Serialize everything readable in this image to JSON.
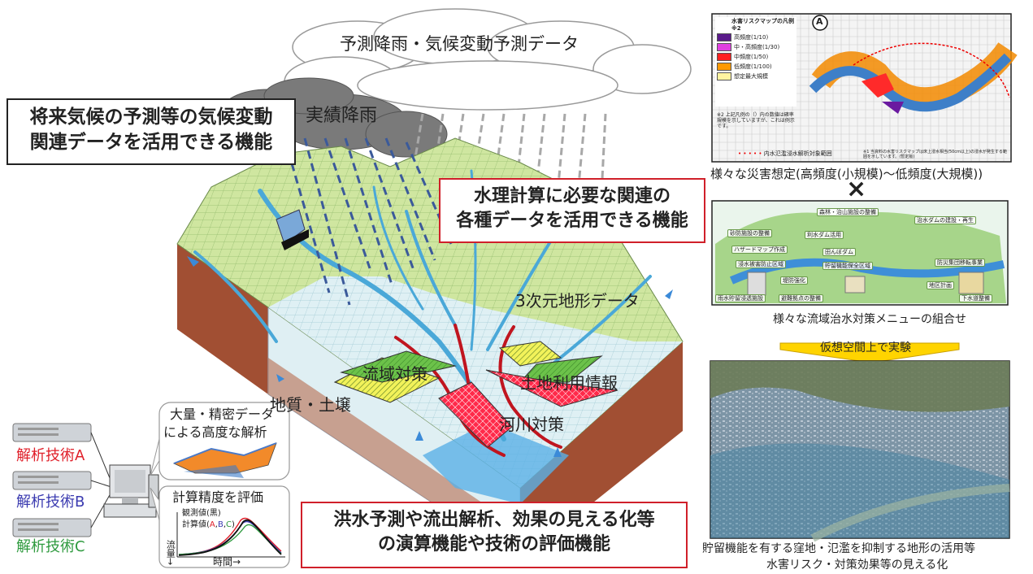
{
  "main": {
    "cloud_label": "予測降雨・気候変動予測データ",
    "observed_rain_label": "実績降雨",
    "terrain_label": "3次元地形データ",
    "basin_label": "流域対策",
    "landuse_label": "土地利用情報",
    "river_label": "河川対策",
    "geology_label": "地質・土壌"
  },
  "boxes": {
    "climate_line1": "将来気候の予測等の気候変動",
    "climate_line2": "関連データを活用できる機能",
    "hydro_line1": "水理計算に必要な関連の",
    "hydro_line2": "各種データを活用できる機能",
    "eval_line1": "洪水予測や流出解析、効果の見える化等",
    "eval_line2": "の演算機能や技術の評価機能"
  },
  "analysis": {
    "tech_a": "解析技術A",
    "tech_b": "解析技術B",
    "tech_c": "解析技術C",
    "bubble1_line1": "大量・精密データ",
    "bubble1_line2": "による高度な解析",
    "bubble2_title": "計算精度を評価",
    "legend_observed": "観測値(黒)",
    "legend_calc_prefix": "計算値(",
    "legend_calc_a": "A",
    "legend_calc_sep1": ",",
    "legend_calc_b": "B",
    "legend_calc_sep2": ",",
    "legend_calc_c": "C",
    "legend_calc_suffix": ")",
    "axis_y": "流量→",
    "axis_x": "時間→"
  },
  "right": {
    "map_legend_title": "水害リスクマップの凡例",
    "map_legend_note": "※2",
    "map_badge": "A",
    "legend_items": [
      {
        "label": "高頻度(1/10)",
        "color": "#5a1a8a"
      },
      {
        "label": "中・高頻度(1/30)",
        "color": "#e040e0"
      },
      {
        "label": "中頻度(1/50)",
        "color": "#ff2020"
      },
      {
        "label": "低頻度(1/100)",
        "color": "#ff9900"
      },
      {
        "label": "想定最大規模",
        "color": "#fff3a0"
      }
    ],
    "map_note": "※2 上記凡例の（）内の数値は確率規模を示していますが、これは例示です。",
    "map_boundary_label": "内水氾濫浸水解析対象範囲",
    "map_footnote": "※1 当資料の水害リスクマップは床上浸水相当(50cm以上)の浸水が発生する範囲を示しています。(暫定版)",
    "caption1": "様々な災害想定(高頻度(小規模)〜低頻度(大規模))",
    "cross": "×",
    "menu_labels": [
      "森林・治山施設の整備",
      "砂防施設の整備",
      "利水ダム活用",
      "治水ダムの建設・再生",
      "ハザードマップ作成",
      "田んぼダム",
      "浸水被害防止区域",
      "貯留機能保全区域",
      "防災集団移転事業",
      "堤防強化",
      "雨水貯留浸透施設",
      "避難拠点の整備",
      "地区計画",
      "下水道整備"
    ],
    "caption2": "様々な流域治水対策メニューの組合せ",
    "arrow_label": "仮想空間上で実験",
    "caption3_line1": "貯留機能を有する窪地・氾濫を抑制する地形の活用等",
    "caption3_line2": "水害リスク・対策効果等の見える化"
  },
  "colors": {
    "tech_a": "#e0202a",
    "tech_b": "#3b3bb0",
    "tech_c": "#2e9a3e",
    "box_border_red": "#d0202a",
    "arrow_yellow": "#ffd400"
  }
}
